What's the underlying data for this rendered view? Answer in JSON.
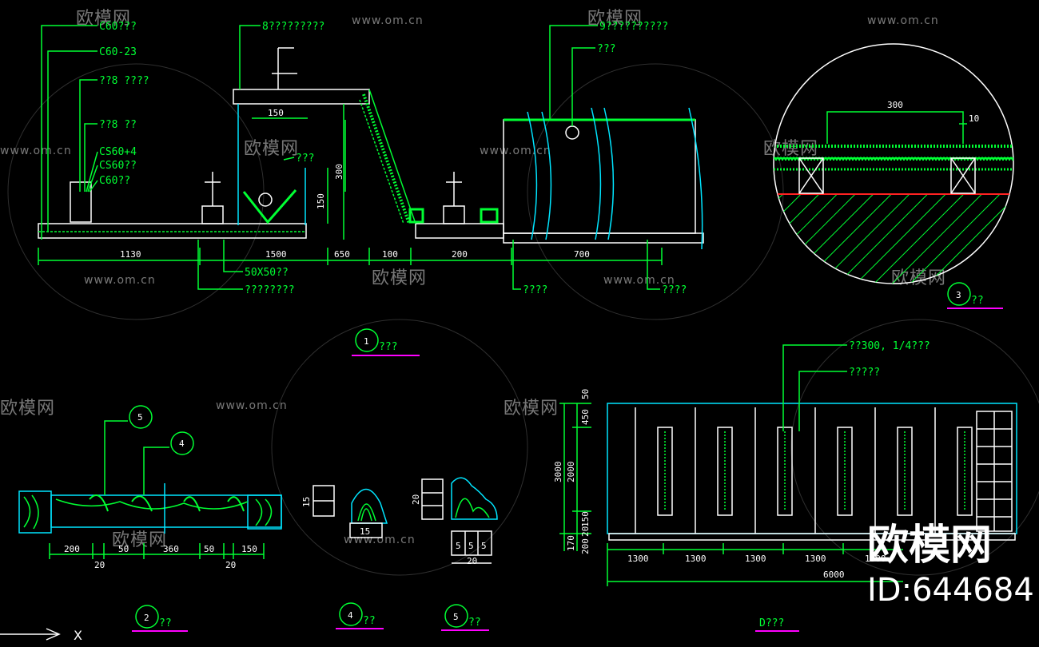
{
  "watermark": {
    "url": "www.om.cn",
    "brand": "欧模网",
    "id_label": "ID:644684"
  },
  "section1": {
    "leaders": [
      "C60???",
      "C60-23",
      "??8 ????",
      "??8 ??",
      "CS60+4",
      "CS60??",
      "C60??",
      "8?????????",
      "50X50??",
      "????????",
      "????",
      "9??????????",
      "???",
      "????"
    ],
    "dims_bottom": [
      "1130",
      "1500",
      "650",
      "100",
      "200",
      "700"
    ],
    "dims_inner": [
      "150",
      "300",
      "150"
    ],
    "label_num": "1",
    "label_text": "???"
  },
  "section2": {
    "dims": [
      "200",
      "20",
      "50",
      "360",
      "50",
      "150",
      "20"
    ],
    "tags": [
      "5",
      "4"
    ],
    "label_num": "2",
    "label_text": "??"
  },
  "section3": {
    "dims": [
      "300",
      "10"
    ],
    "label_num": "3",
    "label_text": "??"
  },
  "section4": {
    "dims": [
      "15",
      "15"
    ],
    "label_num": "4",
    "label_text": "??"
  },
  "section5": {
    "dims": [
      "20",
      "5",
      "5",
      "5",
      "20"
    ],
    "label_num": "5",
    "label_text": "??"
  },
  "elevation": {
    "leaders": [
      "??300, 1/4???",
      "?????"
    ],
    "dims_bottom": [
      "1300",
      "1300",
      "1300",
      "1300",
      "1300"
    ],
    "total": "6000",
    "dims_left": [
      "50",
      "450",
      "2000",
      "3000",
      "150",
      "20",
      "170",
      "200"
    ],
    "label_text": "D???"
  },
  "axis": {
    "x_label": "X"
  }
}
